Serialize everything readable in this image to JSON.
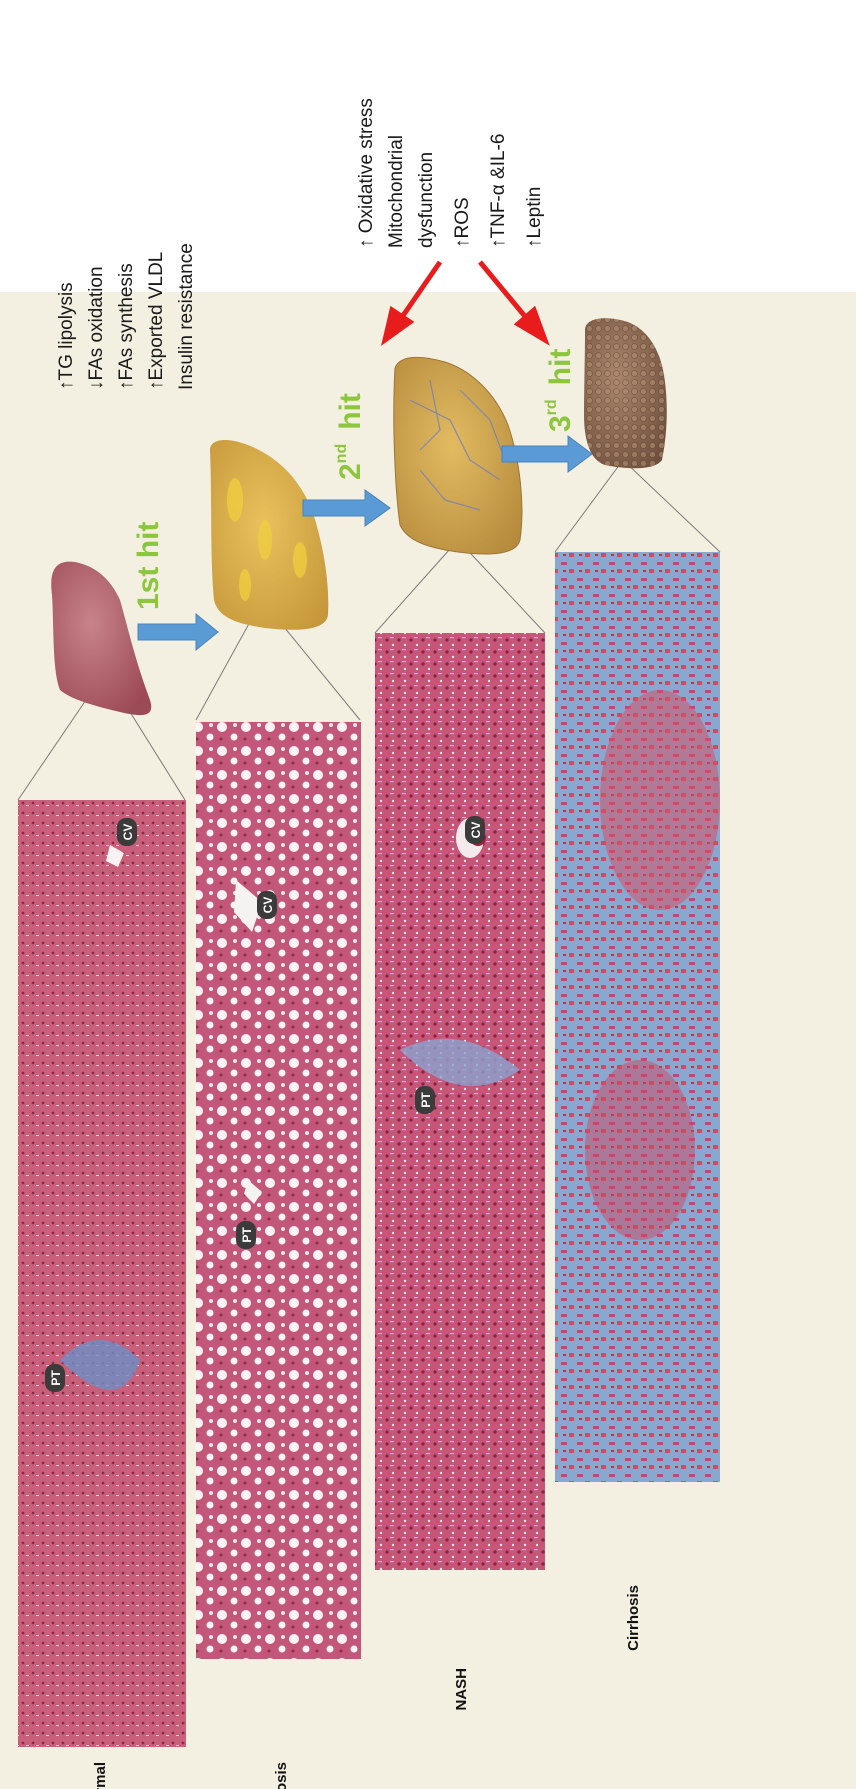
{
  "stages": [
    {
      "key": "normal",
      "label": "Normal",
      "markers": [
        "PT",
        "CV"
      ]
    },
    {
      "key": "steatosis",
      "label": "Steatosis",
      "markers": [
        "PT",
        "CV"
      ]
    },
    {
      "key": "nash",
      "label": "NASH",
      "markers": [
        "PT",
        "CV"
      ]
    },
    {
      "key": "cirrhosis",
      "label": "Cirrhosis",
      "markers": []
    }
  ],
  "hits": {
    "first": {
      "text": "1st hit"
    },
    "second": {
      "num": "2",
      "sup": "nd",
      "word": "hit"
    },
    "third": {
      "num": "3",
      "sup": "rd",
      "word": "hit"
    }
  },
  "first_hit_factors": [
    "↑TG lipolysis",
    "↓FAs oxidation",
    "↑FAs synthesis",
    "↑Exported VLDL",
    "Insulin resistance"
  ],
  "second_hit_factors": [
    "↑ Oxidative stress",
    "Mitochondrial",
    "dysfunction",
    "↑ROS",
    "↑TNF-α &IL-6",
    "↑Leptin"
  ],
  "colors": {
    "panel_bg": "#f4f0e1",
    "hit_text": "#8cc63f",
    "flow_arrow": "#5b9bd5",
    "red_arrow": "#e81c1c",
    "normal_liver": "#b9606a",
    "steatosis_liver": "#d7a847",
    "nash_liver": "#caa04c",
    "cirrhosis_liver": "#8d6a52",
    "tissue_pink": "#c24a6a",
    "fibrosis_blue": "#86a6cf"
  }
}
